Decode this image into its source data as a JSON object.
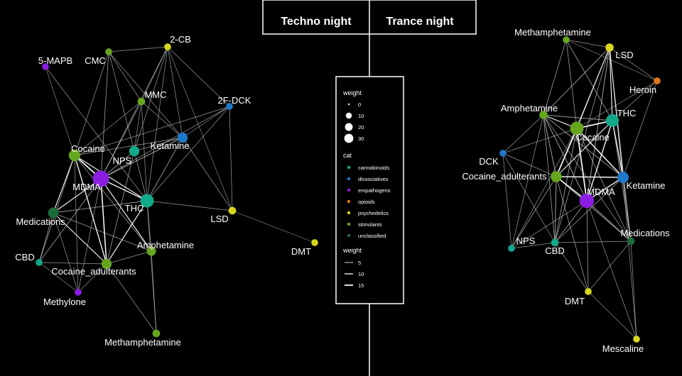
{
  "header": {
    "left_title": "Techno night",
    "right_title": "Trance night"
  },
  "colors": {
    "cannabinoids": "#12a88a",
    "dissociatives": "#1f78c8",
    "empathogens": "#8a1ee0",
    "opioids": "#e0761e",
    "psychedelics": "#d6d61e",
    "stimulants": "#66a61e",
    "unclassified": "#1d6b3a",
    "edge": "#d9d9d9",
    "background": "#000000"
  },
  "legend": {
    "weight_title": "weight",
    "weight_items": [
      {
        "label": "0",
        "value": 0
      },
      {
        "label": "10",
        "value": 10
      },
      {
        "label": "20",
        "value": 20
      },
      {
        "label": "30",
        "value": 30
      }
    ],
    "cat_title": "cat",
    "cat_items": [
      {
        "label": "cannabinoids",
        "cat": "cannabinoids"
      },
      {
        "label": "dissociatives",
        "cat": "dissociatives"
      },
      {
        "label": "empathogens",
        "cat": "empathogens"
      },
      {
        "label": "opioids",
        "cat": "opioids"
      },
      {
        "label": "psychedelics",
        "cat": "psychedelics"
      },
      {
        "label": "stimulants",
        "cat": "stimulants"
      },
      {
        "label": "unclassified",
        "cat": "unclassified"
      }
    ],
    "edge_title": "weight",
    "edge_items": [
      {
        "label": "5",
        "value": 5
      },
      {
        "label": "10",
        "value": 10
      },
      {
        "label": "15",
        "value": 15
      }
    ]
  },
  "techno": {
    "nodes": [
      {
        "id": "5-MAPB",
        "cat": "empathogens",
        "weight": 2
      },
      {
        "id": "CMC",
        "cat": "stimulants",
        "weight": 2
      },
      {
        "id": "2-CB",
        "cat": "psychedelics",
        "weight": 2
      },
      {
        "id": "MMC",
        "cat": "stimulants",
        "weight": 3
      },
      {
        "id": "2F-DCK",
        "cat": "dissociatives",
        "weight": 2
      },
      {
        "id": "Ketamine",
        "cat": "dissociatives",
        "weight": 8
      },
      {
        "id": "Cocaine",
        "cat": "stimulants",
        "weight": 12
      },
      {
        "id": "NPS",
        "cat": "cannabinoids",
        "weight": 8
      },
      {
        "id": "MDMA",
        "cat": "empathogens",
        "weight": 30
      },
      {
        "id": "THC",
        "cat": "cannabinoids",
        "weight": 18
      },
      {
        "id": "LSD",
        "cat": "psychedelics",
        "weight": 3
      },
      {
        "id": "Medications",
        "cat": "unclassified",
        "weight": 9
      },
      {
        "id": "Amphetamine",
        "cat": "stimulants",
        "weight": 6
      },
      {
        "id": "CBD",
        "cat": "cannabinoids",
        "weight": 2
      },
      {
        "id": "Cocaine_adulterants",
        "cat": "stimulants",
        "weight": 8
      },
      {
        "id": "DMT",
        "cat": "psychedelics",
        "weight": 2
      },
      {
        "id": "Methylone",
        "cat": "empathogens",
        "weight": 2
      },
      {
        "id": "Methamphetamine",
        "cat": "stimulants",
        "weight": 3
      }
    ],
    "edges": [
      [
        "MDMA",
        "Cocaine",
        12
      ],
      [
        "MDMA",
        "THC",
        8
      ],
      [
        "MDMA",
        "Ketamine",
        5
      ],
      [
        "MDMA",
        "Medications",
        6
      ],
      [
        "MDMA",
        "Cocaine_adulterants",
        10
      ],
      [
        "MDMA",
        "Amphetamine",
        6
      ],
      [
        "MDMA",
        "NPS",
        4
      ],
      [
        "MDMA",
        "MMC",
        3
      ],
      [
        "MDMA",
        "CMC",
        3
      ],
      [
        "MDMA",
        "2-CB",
        2
      ],
      [
        "MDMA",
        "CBD",
        3
      ],
      [
        "MDMA",
        "Methylone",
        2
      ],
      [
        "MDMA",
        "2F-DCK",
        2
      ],
      [
        "Cocaine",
        "THC",
        6
      ],
      [
        "Cocaine",
        "Medications",
        6
      ],
      [
        "Cocaine",
        "Cocaine_adulterants",
        8
      ],
      [
        "Cocaine",
        "Ketamine",
        3
      ],
      [
        "Cocaine",
        "CMC",
        2
      ],
      [
        "Cocaine",
        "MMC",
        2
      ],
      [
        "Cocaine",
        "CBD",
        3
      ],
      [
        "Cocaine",
        "Amphetamine",
        3
      ],
      [
        "Cocaine",
        "Methylone",
        2
      ],
      [
        "THC",
        "Cocaine_adulterants",
        6
      ],
      [
        "THC",
        "Medications",
        4
      ],
      [
        "THC",
        "Ketamine",
        4
      ],
      [
        "THC",
        "NPS",
        3
      ],
      [
        "THC",
        "Amphetamine",
        3
      ],
      [
        "THC",
        "MMC",
        2
      ],
      [
        "THC",
        "2-CB",
        2
      ],
      [
        "THC",
        "LSD",
        2
      ],
      [
        "THC",
        "Methamphetamine",
        2
      ],
      [
        "Medications",
        "Cocaine_adulterants",
        6
      ],
      [
        "Medications",
        "CBD",
        3
      ],
      [
        "Medications",
        "Methylone",
        2
      ],
      [
        "Medications",
        "Amphetamine",
        3
      ],
      [
        "Cocaine_adulterants",
        "Amphetamine",
        3
      ],
      [
        "Cocaine_adulterants",
        "CBD",
        2
      ],
      [
        "Cocaine_adulterants",
        "Methylone",
        2
      ],
      [
        "Cocaine_adulterants",
        "Methamphetamine",
        2
      ],
      [
        "Cocaine_adulterants",
        "NPS",
        3
      ],
      [
        "Ketamine",
        "NPS",
        3
      ],
      [
        "Ketamine",
        "2F-DCK",
        2
      ],
      [
        "Ketamine",
        "MMC",
        2
      ],
      [
        "Ketamine",
        "LSD",
        2
      ],
      [
        "Ketamine",
        "2-CB",
        2
      ],
      [
        "Ketamine",
        "CMC",
        2
      ],
      [
        "NPS",
        "MMC",
        2
      ],
      [
        "NPS",
        "CMC",
        2
      ],
      [
        "NPS",
        "2-CB",
        2
      ],
      [
        "MMC",
        "2-CB",
        2
      ],
      [
        "MMC",
        "CMC",
        2
      ],
      [
        "CMC",
        "2-CB",
        2
      ],
      [
        "2F-DCK",
        "2-CB",
        2
      ],
      [
        "2F-DCK",
        "LSD",
        2
      ],
      [
        "2F-DCK",
        "Cocaine",
        2
      ],
      [
        "5-MAPB",
        "THC",
        2
      ],
      [
        "5-MAPB",
        "Cocaine",
        1
      ],
      [
        "LSD",
        "DMT",
        1
      ],
      [
        "LSD",
        "2-CB",
        1
      ],
      [
        "Amphetamine",
        "Methamphetamine",
        2
      ],
      [
        "CBD",
        "Methylone",
        1
      ],
      [
        "2F-DCK",
        "THC",
        2
      ]
    ]
  },
  "trance": {
    "nodes": [
      {
        "id": "Methamphetamine",
        "cat": "stimulants",
        "weight": 2
      },
      {
        "id": "LSD",
        "cat": "psychedelics",
        "weight": 4
      },
      {
        "id": "Heroin",
        "cat": "opioids",
        "weight": 2
      },
      {
        "id": "Amphetamine",
        "cat": "stimulants",
        "weight": 4
      },
      {
        "id": "THC",
        "cat": "cannabinoids",
        "weight": 16
      },
      {
        "id": "Cocaine",
        "cat": "stimulants",
        "weight": 18
      },
      {
        "id": "DCK",
        "cat": "dissociatives",
        "weight": 2
      },
      {
        "id": "Cocaine_adulterants",
        "cat": "stimulants",
        "weight": 10
      },
      {
        "id": "Ketamine",
        "cat": "dissociatives",
        "weight": 11
      },
      {
        "id": "MDMA",
        "cat": "empathogens",
        "weight": 22
      },
      {
        "id": "Medications",
        "cat": "unclassified",
        "weight": 3
      },
      {
        "id": "NPS",
        "cat": "cannabinoids",
        "weight": 2
      },
      {
        "id": "CBD",
        "cat": "cannabinoids",
        "weight": 3
      },
      {
        "id": "DMT",
        "cat": "psychedelics",
        "weight": 2
      },
      {
        "id": "Mescaline",
        "cat": "psychedelics",
        "weight": 2
      }
    ],
    "edges": [
      [
        "Cocaine",
        "THC",
        12
      ],
      [
        "Cocaine",
        "MDMA",
        12
      ],
      [
        "Cocaine",
        "Ketamine",
        10
      ],
      [
        "Cocaine",
        "Cocaine_adulterants",
        12
      ],
      [
        "Cocaine",
        "Amphetamine",
        6
      ],
      [
        "Cocaine",
        "LSD",
        6
      ],
      [
        "Cocaine",
        "Methamphetamine",
        3
      ],
      [
        "Cocaine",
        "CBD",
        4
      ],
      [
        "Cocaine",
        "Medications",
        3
      ],
      [
        "Cocaine",
        "NPS",
        2
      ],
      [
        "Cocaine",
        "DCK",
        2
      ],
      [
        "Cocaine",
        "Heroin",
        2
      ],
      [
        "THC",
        "MDMA",
        8
      ],
      [
        "THC",
        "Ketamine",
        8
      ],
      [
        "THC",
        "Cocaine_adulterants",
        6
      ],
      [
        "THC",
        "Amphetamine",
        5
      ],
      [
        "THC",
        "LSD",
        6
      ],
      [
        "THC",
        "Heroin",
        2
      ],
      [
        "THC",
        "Methamphetamine",
        3
      ],
      [
        "THC",
        "Medications",
        4
      ],
      [
        "MDMA",
        "Ketamine",
        8
      ],
      [
        "MDMA",
        "Cocaine_adulterants",
        10
      ],
      [
        "MDMA",
        "Amphetamine",
        5
      ],
      [
        "MDMA",
        "LSD",
        5
      ],
      [
        "MDMA",
        "CBD",
        4
      ],
      [
        "MDMA",
        "Medications",
        4
      ],
      [
        "MDMA",
        "DMT",
        3
      ],
      [
        "MDMA",
        "NPS",
        2
      ],
      [
        "MDMA",
        "Mescaline",
        2
      ],
      [
        "Ketamine",
        "Cocaine_adulterants",
        8
      ],
      [
        "Ketamine",
        "LSD",
        6
      ],
      [
        "Ketamine",
        "Amphetamine",
        4
      ],
      [
        "Ketamine",
        "Medications",
        5
      ],
      [
        "Ketamine",
        "Heroin",
        2
      ],
      [
        "Ketamine",
        "CBD",
        3
      ],
      [
        "Cocaine_adulterants",
        "Amphetamine",
        5
      ],
      [
        "Cocaine_adulterants",
        "LSD",
        4
      ],
      [
        "Cocaine_adulterants",
        "CBD",
        5
      ],
      [
        "Cocaine_adulterants",
        "NPS",
        3
      ],
      [
        "Cocaine_adulterants",
        "DMT",
        3
      ],
      [
        "Cocaine_adulterants",
        "DCK",
        2
      ],
      [
        "Cocaine_adulterants",
        "Medications",
        4
      ],
      [
        "Amphetamine",
        "LSD",
        4
      ],
      [
        "Amphetamine",
        "Methamphetamine",
        3
      ],
      [
        "Amphetamine",
        "DCK",
        2
      ],
      [
        "Amphetamine",
        "NPS",
        2
      ],
      [
        "Amphetamine",
        "CBD",
        3
      ],
      [
        "LSD",
        "Methamphetamine",
        3
      ],
      [
        "LSD",
        "Heroin",
        2
      ],
      [
        "LSD",
        "Medications",
        3
      ],
      [
        "LSD",
        "CBD",
        3
      ],
      [
        "Medications",
        "DMT",
        2
      ],
      [
        "Medications",
        "Mescaline",
        2
      ],
      [
        "Medications",
        "CBD",
        2
      ],
      [
        "CBD",
        "NPS",
        2
      ],
      [
        "CBD",
        "DMT",
        2
      ],
      [
        "DMT",
        "Mescaline",
        1
      ],
      [
        "DCK",
        "NPS",
        2
      ],
      [
        "DCK",
        "CBD",
        2
      ],
      [
        "Methamphetamine",
        "Heroin",
        1
      ],
      [
        "Amphetamine",
        "Medications",
        2
      ],
      [
        "Ketamine",
        "Mescaline",
        2
      ]
    ]
  }
}
